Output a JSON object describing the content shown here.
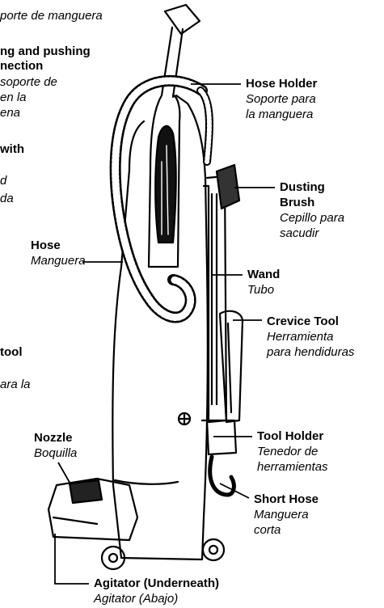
{
  "left_fragments": {
    "hose_clip_spanish": "porte de manguera",
    "pulling_line1": "ng and pushing",
    "pulling_line2": "nection",
    "pulling_es1": "soporte de",
    "pulling_es2": "en la",
    "pulling_es3": "ena",
    "with": "with",
    "frag_d": "d",
    "frag_da": "da",
    "tool": "tool",
    "ara_la": "ara la"
  },
  "labels": {
    "hose_holder": {
      "en": "Hose Holder",
      "es1": "Soporte para",
      "es2": "la manguera"
    },
    "dusting_brush": {
      "en1": "Dusting",
      "en2": "Brush",
      "es1": "Cepillo para",
      "es2": "sacudir"
    },
    "hose": {
      "en": "Hose",
      "es": "Manguera"
    },
    "wand": {
      "en": "Wand",
      "es": "Tubo"
    },
    "crevice_tool": {
      "en": "Crevice Tool",
      "es1": "Herramienta",
      "es2": "para hendiduras"
    },
    "nozzle": {
      "en": "Nozzle",
      "es": "Boquilla"
    },
    "tool_holder": {
      "en": "Tool Holder",
      "es1": "Tenedor de",
      "es2": "herramientas"
    },
    "short_hose": {
      "en": "Short Hose",
      "es1": "Manguera",
      "es2": "corta"
    },
    "agitator": {
      "en": "Agitator (Underneath)",
      "es": "Agitator (Abajo)"
    }
  }
}
